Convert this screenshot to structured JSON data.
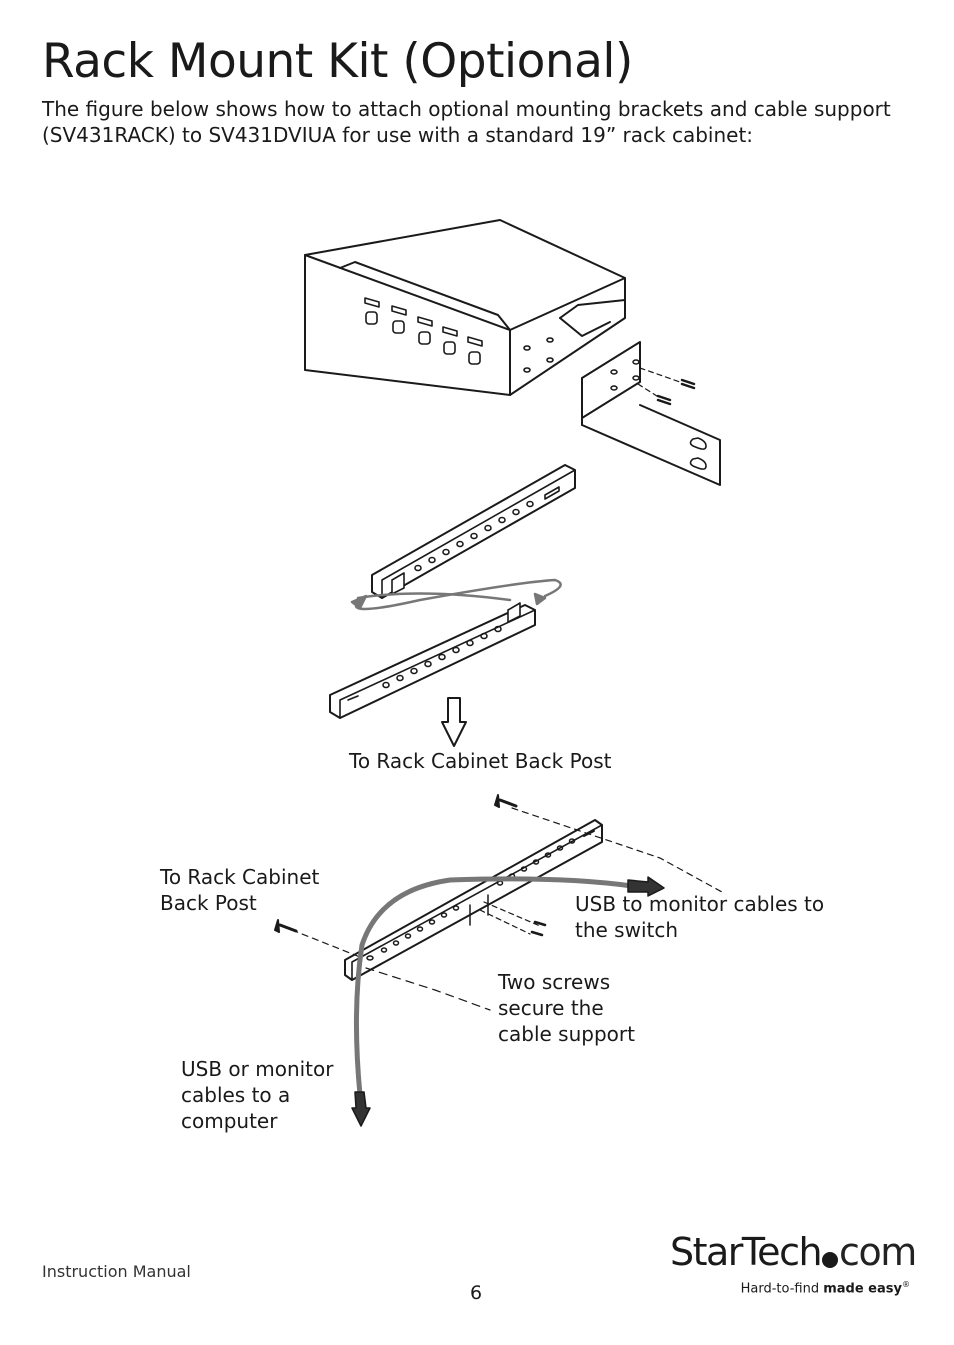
{
  "header": {
    "title": "Rack Mount Kit (Optional)",
    "intro_line1": "The figure below shows how to attach optional mounting brackets and cable support",
    "intro_line2": "(SV431RACK) to SV431DVIUA for use with a standard 19” rack cabinet:"
  },
  "figure": {
    "label_back_post_top": "To Rack Cabinet Back Post",
    "label_back_post_left_line1": "To Rack Cabinet",
    "label_back_post_left_line2": "Back Post",
    "label_usb_switch_line1": "USB to monitor cables to",
    "label_usb_switch_line2": "the switch",
    "label_two_screws_line1": "Two screws",
    "label_two_screws_line2": "secure the",
    "label_two_screws_line3": "cable support",
    "label_usb_computer_line1": "USB or monitor",
    "label_usb_computer_line2": "cables to a",
    "label_usb_computer_line3": "computer"
  },
  "footer": {
    "manual_label": "Instruction Manual",
    "page_number": "6",
    "logo_text_a": "StarTech",
    "logo_text_b": "com",
    "tagline_a": "Hard-to-find ",
    "tagline_b": "made easy",
    "tagline_mark": "®"
  }
}
